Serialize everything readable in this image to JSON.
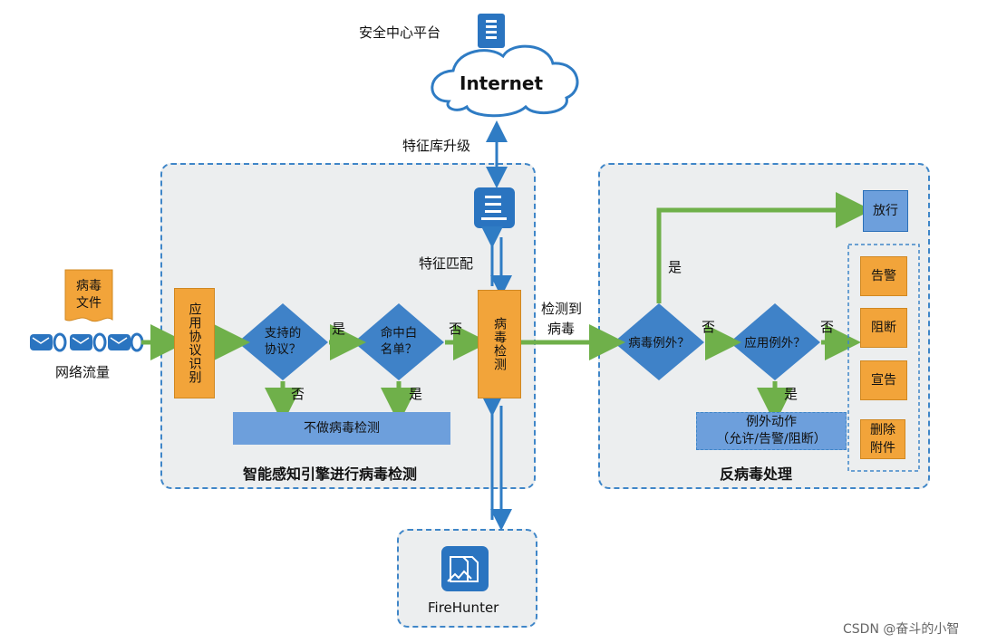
{
  "top": {
    "platform_label": "安全中心平台",
    "cloud_label": "Internet",
    "upgrade_label": "特征库升级"
  },
  "input": {
    "file_label_1": "病毒",
    "file_label_2": "文件",
    "traffic_label": "网络流量"
  },
  "left_panel": {
    "title": "智能感知引擎进行病毒检测",
    "proto_box": "应用协议识别",
    "decision_1_line1": "支持的",
    "decision_1_line2": "协议？",
    "decision_2_line1": "命中白",
    "decision_2_line2": "名单？",
    "yes": "是",
    "no": "否",
    "no_detect": "不做病毒检测",
    "virus_box": "病毒检测",
    "feature_match": "特征匹配"
  },
  "middle": {
    "detected_line1": "检测到",
    "detected_line2": "病毒"
  },
  "right_panel": {
    "title": "反病毒处理",
    "decision_3": "病毒例外？",
    "decision_4": "应用例外？",
    "yes": "是",
    "no": "否",
    "pass": "放行",
    "exception_line1": "例外动作",
    "exception_line2": "（允许/告警/阻断）",
    "actions": [
      "告警",
      "阻断",
      "宣告",
      "删除附件"
    ]
  },
  "bottom": {
    "firehunter": "FireHunter"
  },
  "watermark": "CSDN @奋斗的小智"
}
